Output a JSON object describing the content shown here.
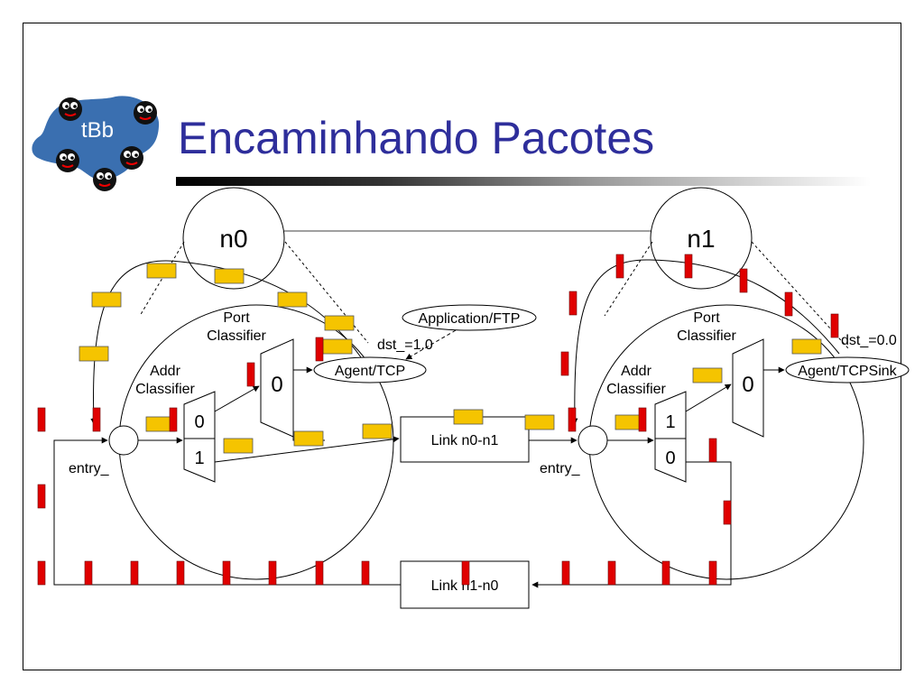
{
  "title": "Encaminhando Pacotes",
  "logo_text": "tBb",
  "colors": {
    "title": "#2e2e9b",
    "logo_blue": "#3a6fb0",
    "packet_yellow": "#f5c400",
    "packet_red": "#e00000",
    "line": "#000000"
  },
  "diagram": {
    "node0": {
      "label": "n0",
      "port_classifier": "Port\nClassifier",
      "addr_classifier": "Addr\nClassifier",
      "addr_slots": [
        "0",
        "1"
      ],
      "port_slot": "0",
      "agent": "Agent/TCP",
      "entry": "entry_",
      "dst": "dst_=1.0"
    },
    "node1": {
      "label": "n1",
      "port_classifier": "Port\nClassifier",
      "addr_classifier": "Addr\nClassifier",
      "addr_slots": [
        "1",
        "0"
      ],
      "port_slot": "0",
      "agent": "Agent/TCPSink",
      "entry": "entry_",
      "dst": "dst_=0.0"
    },
    "application": "Application/FTP",
    "link_forward": "Link n0-n1",
    "link_back": "Link n1-n0"
  }
}
